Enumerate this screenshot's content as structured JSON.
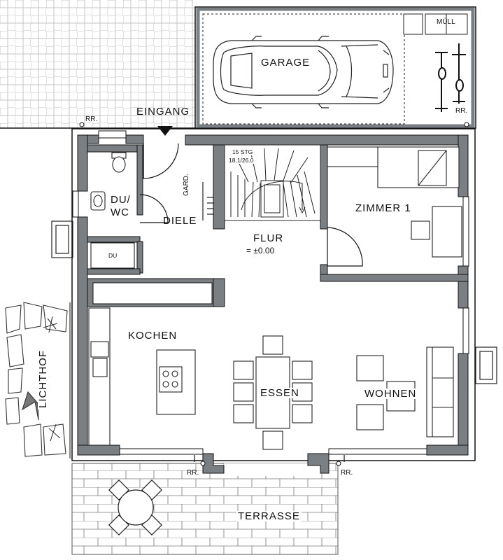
{
  "plan": {
    "rooms": {
      "garage": "GARAGE",
      "eingang": "EINGANG",
      "du_wc": [
        "DU/",
        "WC"
      ],
      "du": "DU",
      "diele": "DIELE",
      "gard": "GARD.",
      "flur": "FLUR",
      "flur_level": "= ±0.00",
      "zimmer": "ZIMMER 1",
      "kochen": "KOCHEN",
      "essen": "ESSEN",
      "wohnen": "WOHNEN",
      "terrasse": "TERRASSE",
      "lichthof": "LICHTHOF",
      "muell": "MÜLL"
    },
    "stairs": {
      "count": "15 STG",
      "ratio": "18.1/26.0"
    },
    "markers": {
      "rr": "RR."
    }
  }
}
